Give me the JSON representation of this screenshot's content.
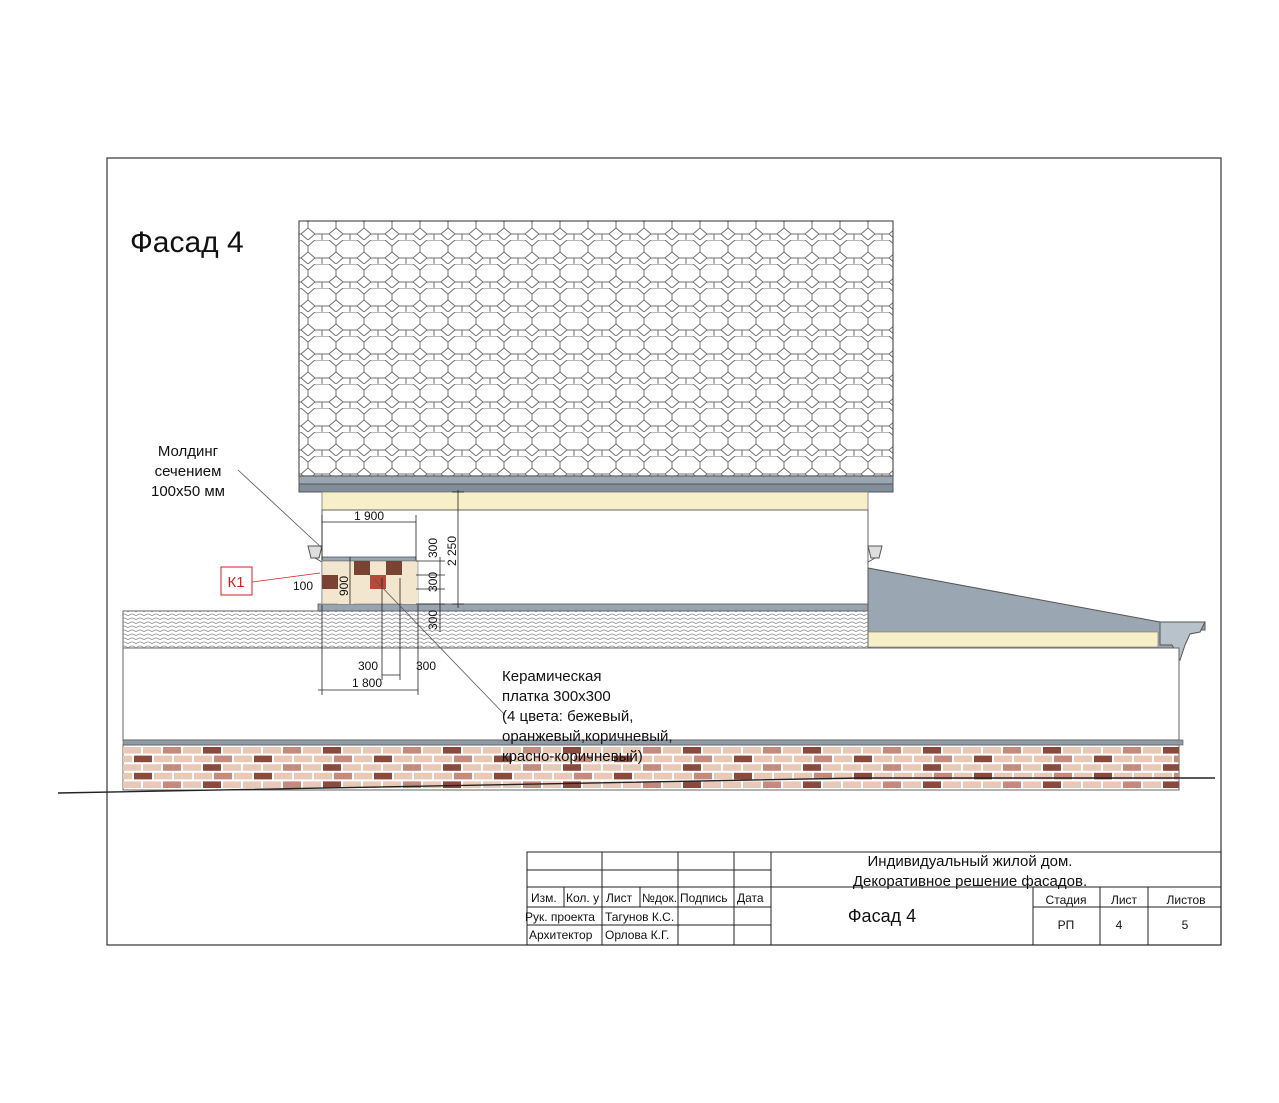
{
  "sheet_title": "Фасад 4",
  "notes": {
    "molding": [
      "Молдинг",
      "сечением",
      "100х50 мм"
    ],
    "ceramic": [
      "Керамическая",
      "платка 300х300",
      "(4 цвета: бежевый,",
      "оранжевый,коричневый,",
      "красно-коричневый)"
    ],
    "marker": "К1"
  },
  "dimensions": {
    "top_width": "1 900",
    "bottom_width": "1 800",
    "bottom_left_300": "300",
    "bottom_right_300": "300",
    "left_height": "900",
    "side_offset": "100",
    "v_300_top": "300",
    "v_300_mid": "300",
    "v_300_bottom": "300",
    "v_2250": "2 250"
  },
  "colors": {
    "roof_fill": "#ffffff",
    "roof_line": "#6d6d6d",
    "eave": "#8a99a6",
    "cream": "#f6efc8",
    "wall": "#ffffff",
    "plinth_line": "#8e9aa5",
    "brick_a": "#c48a7e",
    "brick_b": "#8b4a3e",
    "brick_c": "#e8c9b8",
    "tile_beige": "#f3e6cf",
    "tile_brown": "#7a4232",
    "tile_red": "#b5493a",
    "marker_red": "#d01f1f",
    "frame": "#333333"
  },
  "title_block": {
    "project_line1": "Индивидуальный жилой дом.",
    "project_line2": "Декоративное решение фасадов.",
    "sheet_name": "Фасад 4",
    "headers": [
      "Изм.",
      "Кол. у",
      "Лист",
      "№док.",
      "Подпись",
      "Дата"
    ],
    "roles": [
      {
        "role": "Рук. проекта",
        "name": "Тагунов К.С."
      },
      {
        "role": "Архитектор",
        "name": "Орлова К.Г."
      }
    ],
    "stage_label": "Стадия",
    "sheet_label": "Лист",
    "sheets_label": "Листов",
    "stage_value": "РП",
    "sheet_value": "4",
    "sheets_value": "5"
  }
}
